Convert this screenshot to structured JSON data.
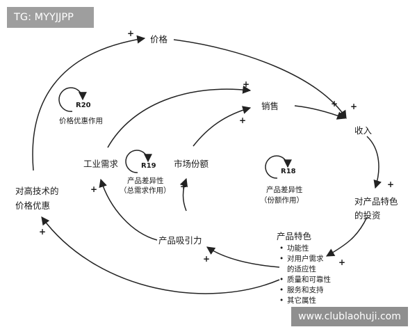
{
  "tag": "TG: MYYJJPP",
  "watermark": "www.clublaohuji.com",
  "nodes": {
    "price": "价格",
    "sales": "销售",
    "revenue": "收入",
    "industry_demand": "工业需求",
    "market_share": "市场份额",
    "tech_price_advantage": [
      "对高技术的",
      "价格优惠"
    ],
    "feature_investment": [
      "对产品特色",
      "的投资"
    ],
    "attractiveness": "产品吸引力",
    "features_title": "产品特色",
    "features_items": [
      "功能性",
      "对用户需求",
      "的适应性",
      "质量和可靠性",
      "服务和支持",
      "其它属性"
    ]
  },
  "loops": {
    "r20": {
      "id": "R20",
      "label": "价格优惠作用"
    },
    "r19": {
      "id": "R19",
      "label_lines": [
        "产品差异性",
        "（总需求作用）"
      ]
    },
    "r18": {
      "id": "R18",
      "label_lines": [
        "产品差异性",
        "（份额作用）"
      ]
    }
  },
  "polarity": "+"
}
